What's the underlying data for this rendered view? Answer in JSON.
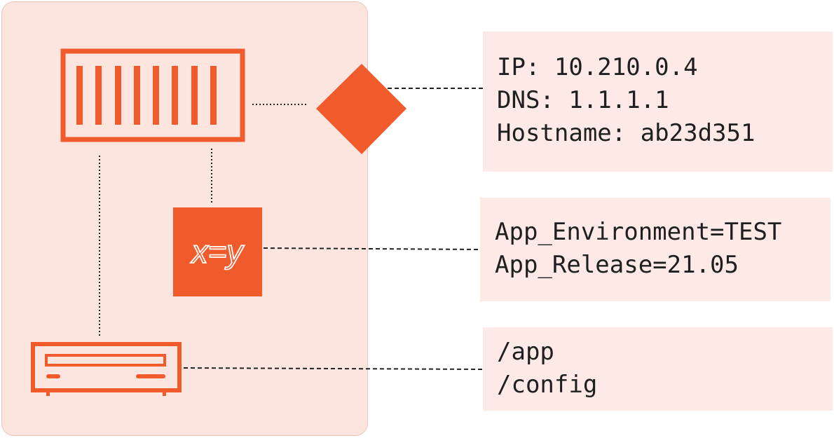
{
  "colors": {
    "accent": "#f15a2b",
    "panel_bg": "#fce5df",
    "box_bg": "#fdeae6",
    "text": "#1f1f1f"
  },
  "icons": {
    "container": "container-icon",
    "network": "network-diamond-icon",
    "env": "environment-variable-icon",
    "volume": "storage-volume-icon"
  },
  "env_icon_label": "x=y",
  "network_info": {
    "ip": "IP: 10.210.0.4",
    "dns": "DNS: 1.1.1.1",
    "hostname": "Hostname: ab23d351"
  },
  "env_info": {
    "environment": "App_Environment=TEST",
    "release": "App_Release=21.05"
  },
  "volume_info": {
    "app": "/app",
    "config": "/config"
  }
}
